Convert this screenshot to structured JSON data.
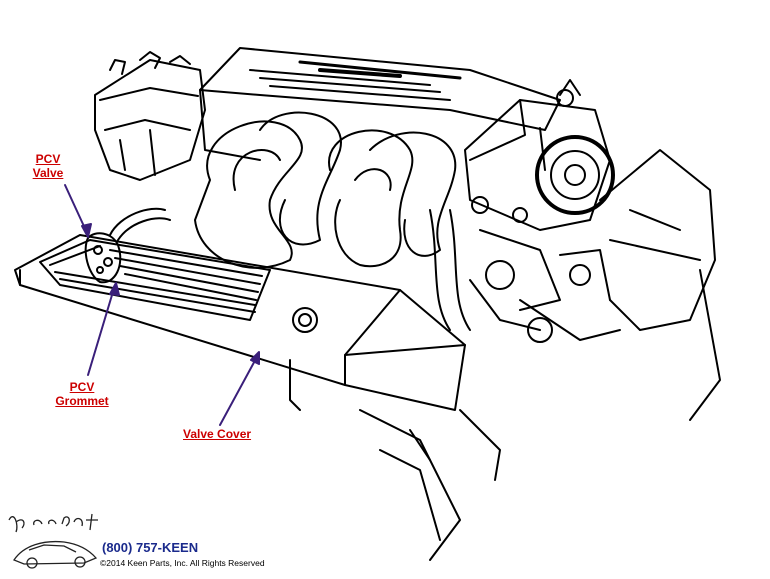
{
  "callouts": {
    "pcv_valve": "PCV\nValve",
    "pcv_grommet": "PCV\nGrommet",
    "valve_cover": "Valve Cover"
  },
  "footer": {
    "brand": "Keen Parts",
    "phone": "(800) 757-KEEN",
    "copyright": "©2014 Keen Parts, Inc. All Rights Reserved"
  },
  "colors": {
    "label": "#cc0000",
    "arrow": "#3a1f7a",
    "phone": "#1a2a8c",
    "line_art": "#000000"
  }
}
